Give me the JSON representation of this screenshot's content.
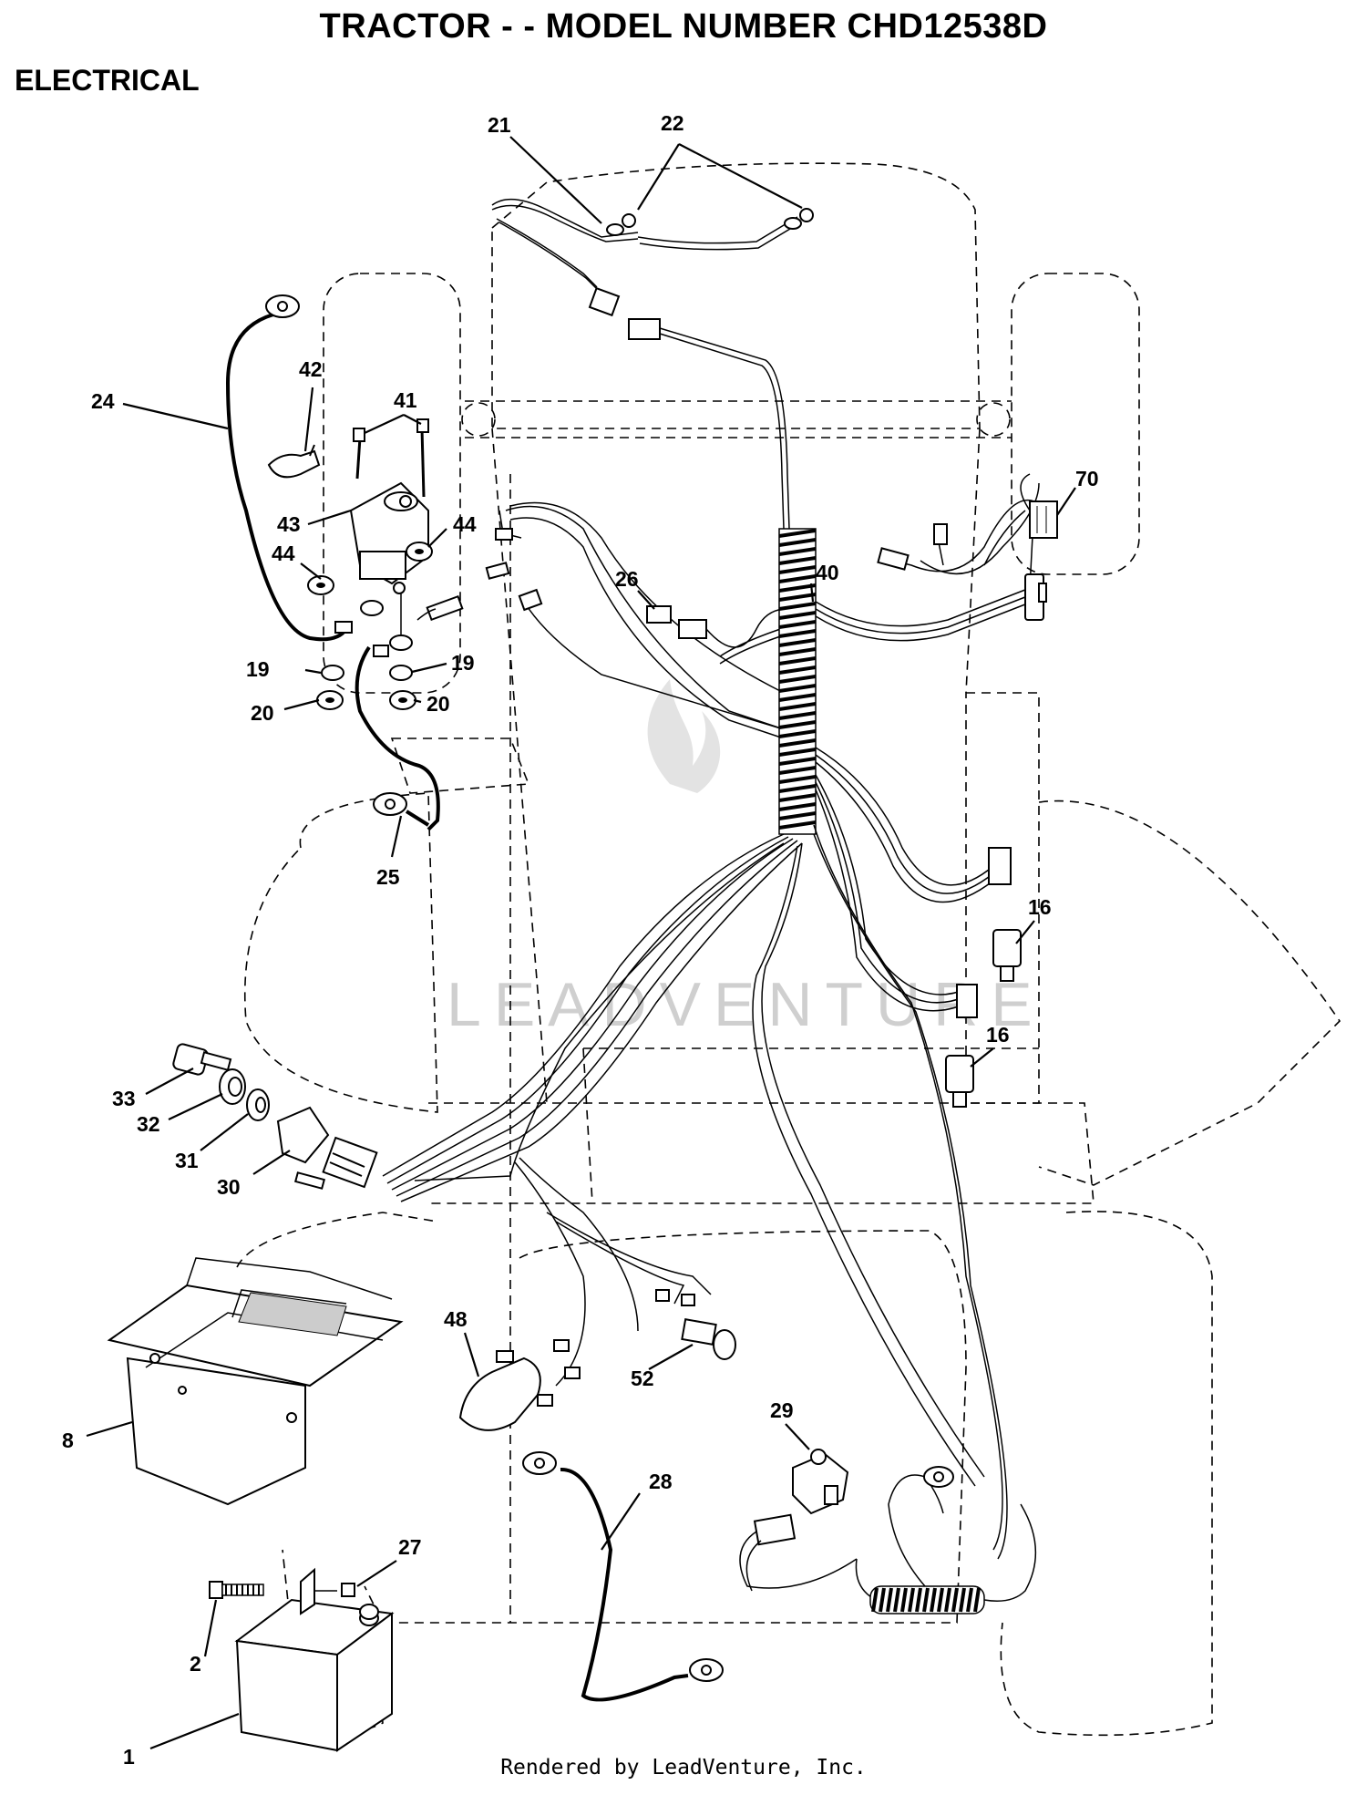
{
  "header": {
    "title": "TRACTOR - - MODEL NUMBER CHD12538D",
    "section": "ELECTRICAL"
  },
  "diagram": {
    "watermark": "LEADVENTURE",
    "callouts": [
      "21",
      "22",
      "42",
      "41",
      "24",
      "43",
      "44",
      "44",
      "70",
      "26",
      "40",
      "19",
      "19",
      "20",
      "20",
      "25",
      "16",
      "16",
      "33",
      "32",
      "31",
      "30",
      "48",
      "52",
      "8",
      "29",
      "28",
      "27",
      "2",
      "1"
    ]
  },
  "footer": {
    "text": "Rendered by LeadVenture, Inc."
  }
}
